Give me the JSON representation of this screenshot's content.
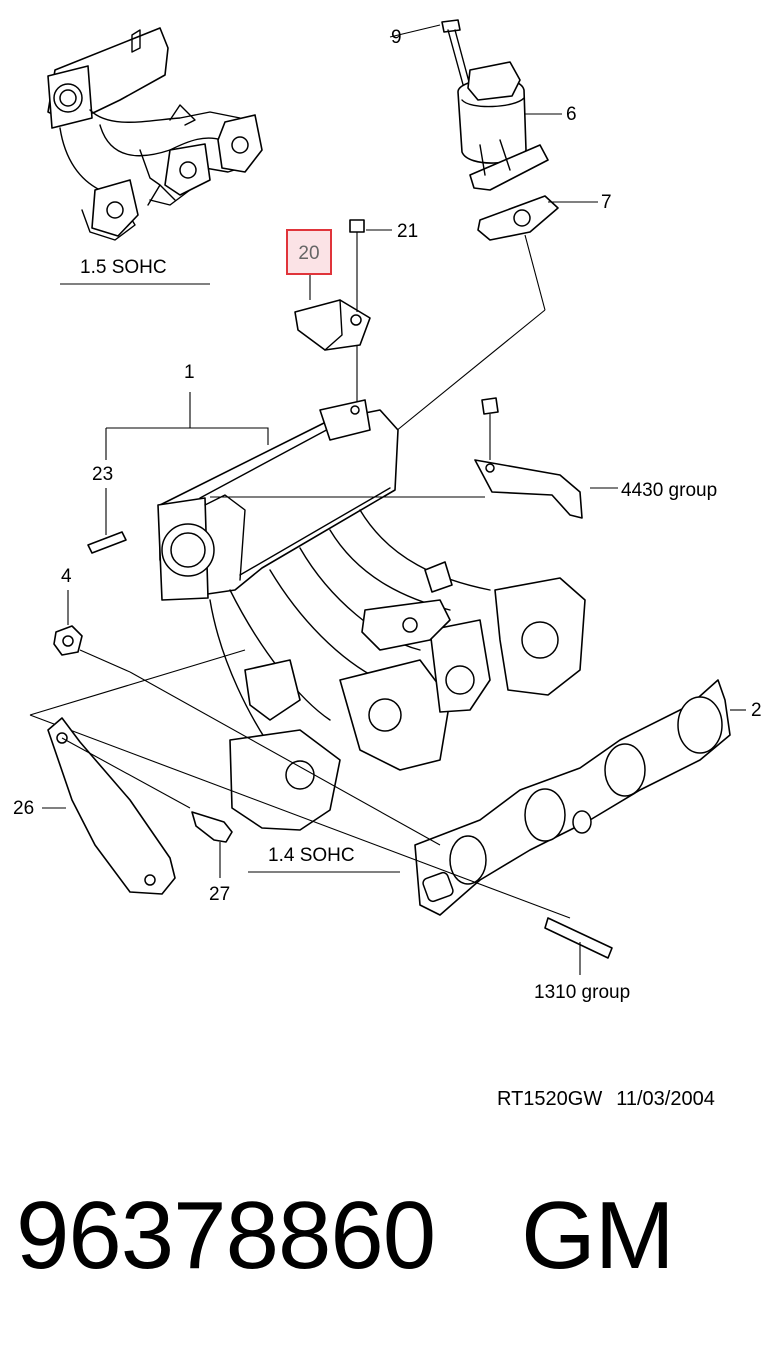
{
  "labels": {
    "engine_15": "1.5 SOHC",
    "engine_14": "1.4 SOHC",
    "p9": "9",
    "p6": "6",
    "p7": "7",
    "p21": "21",
    "p20": "20",
    "p1": "1",
    "p23": "23",
    "p4": "4",
    "p4430": "4430 group",
    "p2": "2",
    "p26": "26",
    "p27": "27",
    "p1310": "1310 group"
  },
  "footer": {
    "drawing_code": "RT1520GW",
    "date": "11/03/2004"
  },
  "part_number": {
    "number": "96378860",
    "brand": "GM"
  },
  "colors": {
    "highlight_border": "#e0343a",
    "highlight_fill": "#fbe3e6"
  }
}
